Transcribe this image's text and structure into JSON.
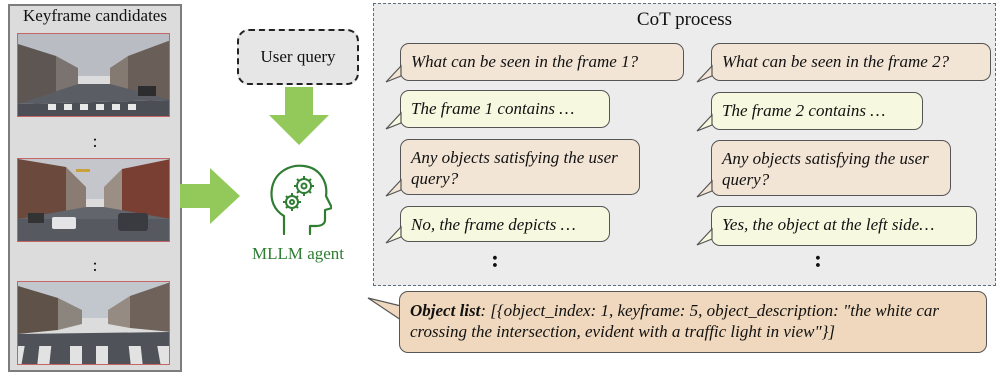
{
  "keyframes": {
    "title": "Keyframe candidates",
    "separator": ":"
  },
  "user_query": {
    "label": "User query"
  },
  "agent": {
    "label": "MLLM agent",
    "icon": "head-gears-icon",
    "color": "#2f7d32"
  },
  "cot": {
    "title": "CoT process",
    "left_column": [
      {
        "type": "question",
        "text": "What can be seen in the frame 1?"
      },
      {
        "type": "answer",
        "text": "The frame 1 contains …"
      },
      {
        "type": "question",
        "text": "Any objects satisfying the user query?"
      },
      {
        "type": "answer",
        "text": "No, the frame depicts …"
      }
    ],
    "right_column": [
      {
        "type": "question",
        "text": "What can be seen in the frame 2?"
      },
      {
        "type": "answer",
        "text": "The frame 2 contains …"
      },
      {
        "type": "question",
        "text": "Any objects satisfying the user query?"
      },
      {
        "type": "answer",
        "text": "Yes, the object at the left side…"
      }
    ],
    "continuation": ":"
  },
  "object_list": {
    "label": "Object list",
    "text": ": [{object_index: 1, keyframe: 5, object_description: \"the white car crossing the intersection, evident with a traffic light in view\"}]"
  },
  "colors": {
    "arrow": "#92c95a",
    "question_bubble": "#f3e5d6",
    "answer_bubble": "#f6f9df",
    "object_bubble": "#efd8bd"
  }
}
